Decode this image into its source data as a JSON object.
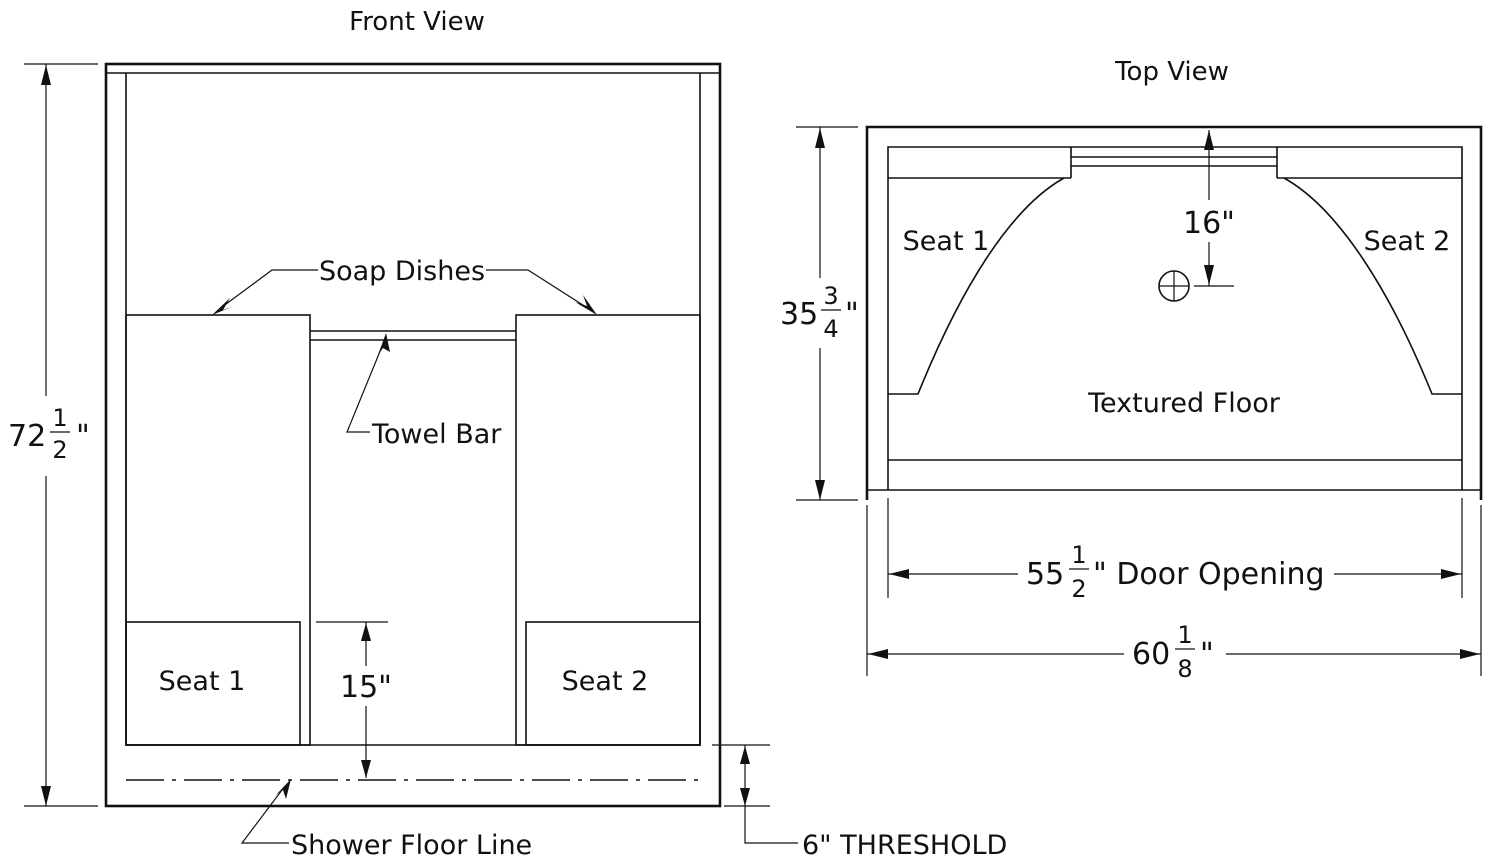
{
  "front_view": {
    "title": "Front View",
    "labels": {
      "soap_dishes": "Soap Dishes",
      "towel_bar": "Towel Bar",
      "seat1": "Seat 1",
      "seat2": "Seat 2",
      "shower_floor_line": "Shower Floor Line",
      "threshold": "6\" THRESHOLD"
    },
    "dims": {
      "height_whole": "72",
      "height_num": "1",
      "height_den": "2",
      "height_unit": "\"",
      "seat_height": "15\""
    }
  },
  "top_view": {
    "title": "Top View",
    "labels": {
      "seat1": "Seat 1",
      "seat2": "Seat 2",
      "textured_floor": "Textured Floor",
      "drain_offset": "16\""
    },
    "dims": {
      "depth_whole": "35",
      "depth_num": "3",
      "depth_den": "4",
      "depth_unit": "\"",
      "door_whole": "55",
      "door_num": "1",
      "door_den": "2",
      "door_suffix": "\" Door Opening",
      "width_whole": "60",
      "width_num": "1",
      "width_den": "8",
      "width_unit": "\""
    }
  }
}
